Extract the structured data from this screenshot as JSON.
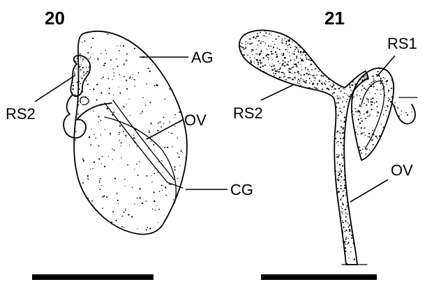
{
  "figure_20": {
    "number": "20",
    "labels": {
      "ag": "AG",
      "rs2": "RS2",
      "ov": "OV",
      "cg": "CG"
    }
  },
  "figure_21": {
    "number": "21",
    "labels": {
      "rs1": "RS1",
      "rs2": "RS2",
      "ov": "OV"
    }
  }
}
